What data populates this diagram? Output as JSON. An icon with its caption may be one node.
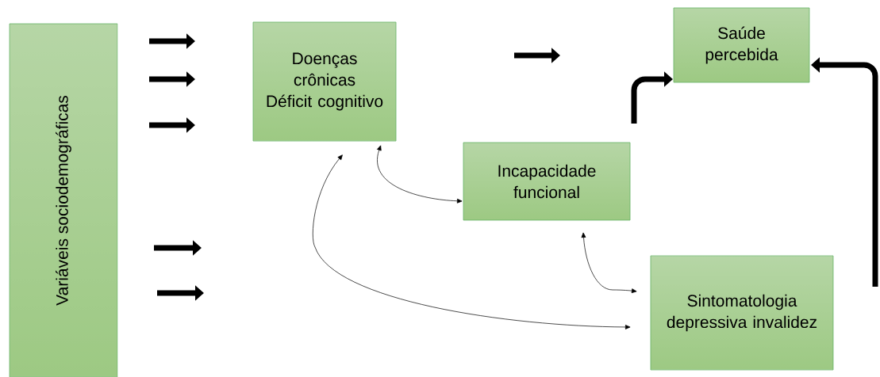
{
  "diagram": {
    "nodes": [
      {
        "text": [
          "Variáveis sociodemográficas"
        ]
      },
      {
        "text": [
          "Doenças crônicas",
          "Déficit cognitivo"
        ]
      },
      {
        "text": [
          "Saúde percebida"
        ]
      },
      {
        "text": [
          "Incapacidade funcional"
        ]
      },
      {
        "text": [
          "Sintomatologia depressiva invalidez"
        ]
      }
    ],
    "edges": [
      {
        "from": null,
        "to": 2,
        "arrow": "to",
        "style": "thick"
      },
      {
        "from": null,
        "to": 2,
        "arrow": "to",
        "style": "thick"
      },
      {
        "from": 1,
        "to": 3,
        "arrow": "both"
      },
      {
        "from": 3,
        "to": 4,
        "arrow": "both"
      },
      {
        "from": 1,
        "to": 4,
        "arrow": "both"
      }
    ]
  }
}
